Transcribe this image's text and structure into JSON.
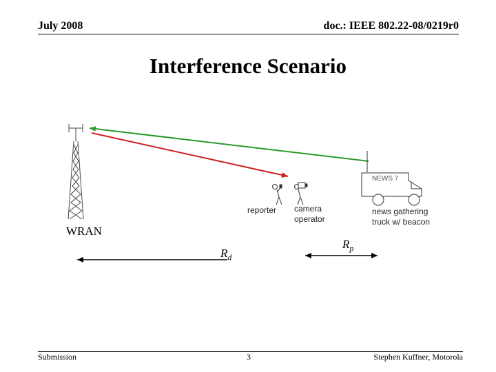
{
  "header": {
    "date": "July 2008",
    "doc": "doc.: IEEE 802.22-08/0219r0"
  },
  "title": "Interference Scenario",
  "diagram": {
    "truck_text": "NEWS 7",
    "reporter": "reporter",
    "camera_operator": [
      "camera",
      "operator"
    ],
    "truck_label": [
      "news gathering",
      "truck w/ beacon"
    ],
    "wran": "WRAN",
    "rd": {
      "base": "R",
      "sub": "d"
    },
    "rp": {
      "base": "R",
      "sub": "p"
    },
    "colors": {
      "red_arrow": "#cc2222",
      "green_arrow": "#2a9a2a"
    }
  },
  "footer": {
    "left": "Submission",
    "page": "3",
    "right": "Stephen Kuffner, Motorola"
  }
}
